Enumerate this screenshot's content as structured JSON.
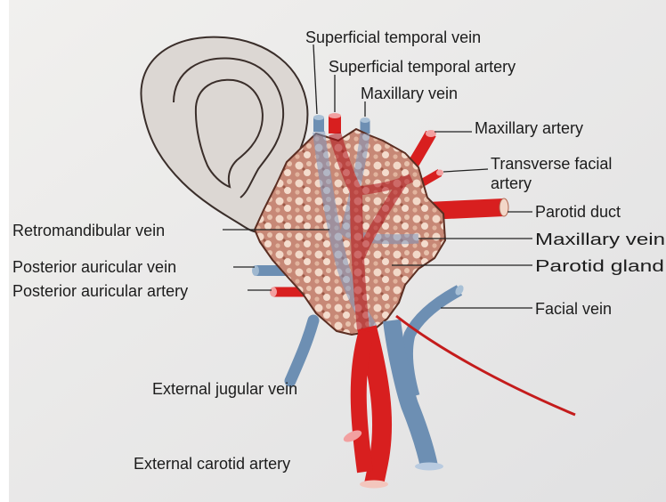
{
  "diagram": {
    "labels": {
      "superficial_temporal_vein": "Superficial temporal vein",
      "superficial_temporal_artery": "Superficial temporal artery",
      "maxillary_vein_top": "Maxillary vein",
      "maxillary_artery": "Maxillary artery",
      "transverse_facial_artery_line1": "Transverse facial",
      "transverse_facial_artery_line2": "artery",
      "parotid_duct": "Parotid duct",
      "retromandibular_vein": "Retromandibular vein",
      "maxillary_vein_right": "Maxillary vein",
      "posterior_auricular_vein": "Posterior auricular vein",
      "parotid_gland": "Parotid gland",
      "posterior_auricular_artery": "Posterior auricular artery",
      "facial_vein": "Facial vein",
      "external_jugular_vein": "External jugular vein",
      "external_carotid_artery": "External carotid artery"
    },
    "colors": {
      "paper": "#ebebea",
      "artery": "#d81f1f",
      "vein": "#6d8fb3",
      "gland": "#c98a78",
      "gland_outline": "#5b2e22",
      "ear_fill": "#dcd7d3",
      "ear_line": "#3a2e2a"
    }
  }
}
